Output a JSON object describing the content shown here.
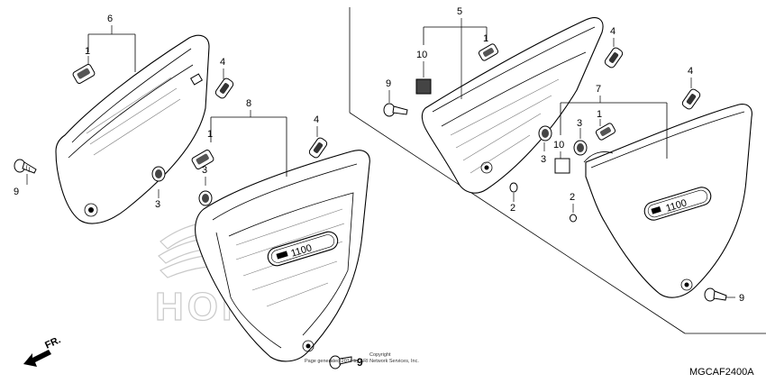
{
  "diagram": {
    "drawing_code": "MGCAF2400A",
    "watermark": "HONDA",
    "front_indicator": "FR.",
    "copyright_line1": "Copyright",
    "copyright_line2": "Page generated 2014 by ARI Network Services, Inc.",
    "emblem_text": "1100",
    "callouts": {
      "c6": "6",
      "c1_left_top": "1",
      "c4_left": "4",
      "c8": "8",
      "c1_left_mid": "1",
      "c4_mid": "4",
      "c9_left": "9",
      "c3_left": "3",
      "c3_mid": "3",
      "c9_bottom": "9",
      "c5": "5",
      "c10_top": "10",
      "c1_right_top": "1",
      "c4_right_top": "4",
      "c9_right_top": "9",
      "c2_mid": "2",
      "c3_right": "3",
      "c7": "7",
      "c4_right": "4",
      "c1_right_mid": "1",
      "c10_right": "10",
      "c3_right_b": "3",
      "c2_right": "2",
      "c9_right": "9"
    }
  }
}
